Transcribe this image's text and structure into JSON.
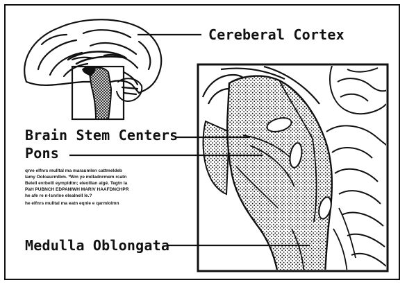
{
  "labels": {
    "cortex": "Cereberal Cortex",
    "brain_stem_centers": "Brain Stem Centers",
    "pons": "Pons",
    "medulla": "Medulla Oblongata"
  },
  "caption": {
    "lines": [
      "qrve elfnrs mulltal ma maraumlen cattmeldeb",
      "lamy Ooloaurmlbm. *Wm ye mdladnrmem rcatn",
      "Belell evrbelll eympldtm; eleolllan algé. Tegtn la",
      "PàH PUBNCH EDPANIWH MARIV HAAFDNCHPR",
      "he afe re n-lsnrlne elealnell le.?"
    ],
    "note": "he elfnrs mulltal ma eatn eqnle e qarmlolmn"
  },
  "colors": {
    "ink": "#111111",
    "background": "#ffffff"
  }
}
